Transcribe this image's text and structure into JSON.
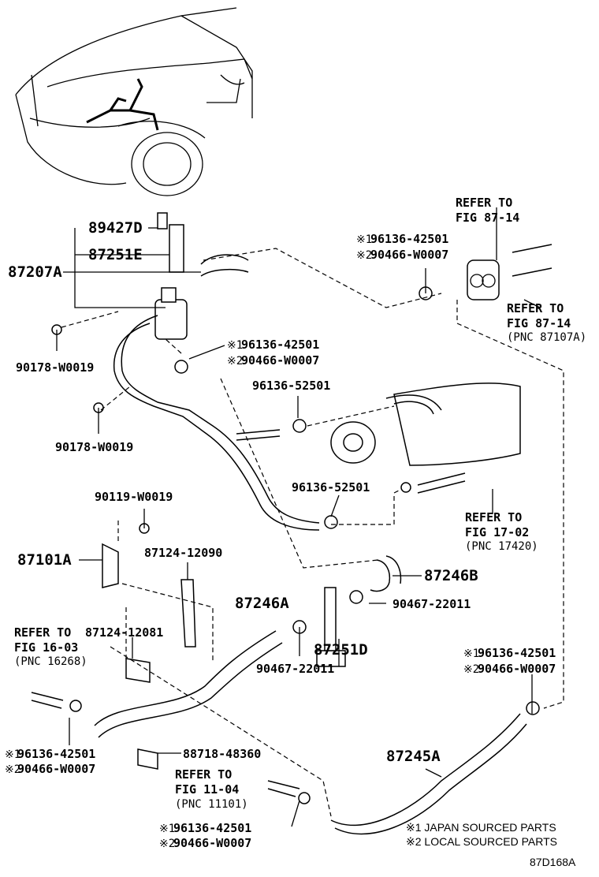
{
  "labels": {
    "p89427D": "89427D",
    "p87251E": "87251E",
    "p87207A": "87207A",
    "p90178a": "90178-W0019",
    "p90178b": "90178-W0019",
    "p90119": "90119-W0019",
    "p87101A": "87101A",
    "p87124_12090": "87124-12090",
    "p87124_12081": "87124-12081",
    "p87246A": "87246A",
    "p87246B": "87246B",
    "p90467a": "90467-22011",
    "p90467b": "90467-22011",
    "p87251D": "87251D",
    "p96136_52501a": "96136-52501",
    "p96136_52501b": "96136-52501",
    "p88718": "88718-48360",
    "p87245A": "87245A"
  },
  "pairs": {
    "top": {
      "m1": "※1",
      "v1": "96136-42501",
      "m2": "※2",
      "v2": "90466-W0007"
    },
    "mid": {
      "m1": "※1",
      "v1": "96136-42501",
      "m2": "※2",
      "v2": "90466-W0007"
    },
    "right": {
      "m1": "※1",
      "v1": "96136-42501",
      "m2": "※2",
      "v2": "90466-W0007"
    },
    "leftbottom": {
      "m1": "※1",
      "v1": "96136-42501",
      "m2": "※2",
      "v2": "90466-W0007"
    },
    "bottom": {
      "m1": "※1",
      "v1": "96136-42501",
      "m2": "※2",
      "v2": "90466-W0007"
    }
  },
  "refs": {
    "r1": {
      "l1": "REFER TO",
      "l2": "FIG 87-14"
    },
    "r2": {
      "l1": "REFER TO",
      "l2": "FIG 87-14",
      "l3": "(PNC 87107A)"
    },
    "r3": {
      "l1": "REFER TO",
      "l2": "FIG 17-02",
      "l3": "(PNC 17420)"
    },
    "r4": {
      "l1": "REFER TO",
      "l2": "FIG 16-03",
      "l3": "(PNC 16268)"
    },
    "r5": {
      "l1": "REFER TO",
      "l2": "FIG 11-04",
      "l3": "(PNC 11101)"
    }
  },
  "legend": {
    "note1": "※1 JAPAN SOURCED PARTS",
    "note2": "※2 LOCAL SOURCED PARTS"
  },
  "diagram_code": "87D168A"
}
